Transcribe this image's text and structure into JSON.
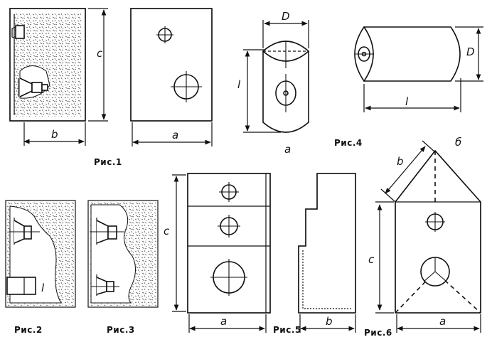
{
  "figures": {
    "fig1": {
      "caption": "Рис.1",
      "dim_c": "c",
      "dim_b": "b",
      "dim_a": "a"
    },
    "fig2": {
      "caption": "Рис.2",
      "dim_l": "l"
    },
    "fig3": {
      "caption": "Рис.3"
    },
    "fig4": {
      "caption": "Рис.4",
      "dim_D_a": "D",
      "dim_l_a": "l",
      "sub_a": "a",
      "dim_D_b": "D",
      "dim_l_b": "l",
      "sub_b": "б"
    },
    "fig5": {
      "caption": "Рис.5",
      "dim_c": "c",
      "dim_a": "a",
      "dim_b": "b"
    },
    "fig6": {
      "caption": "Рис.6",
      "dim_b": "b",
      "dim_c": "c",
      "dim_a": "a"
    }
  }
}
